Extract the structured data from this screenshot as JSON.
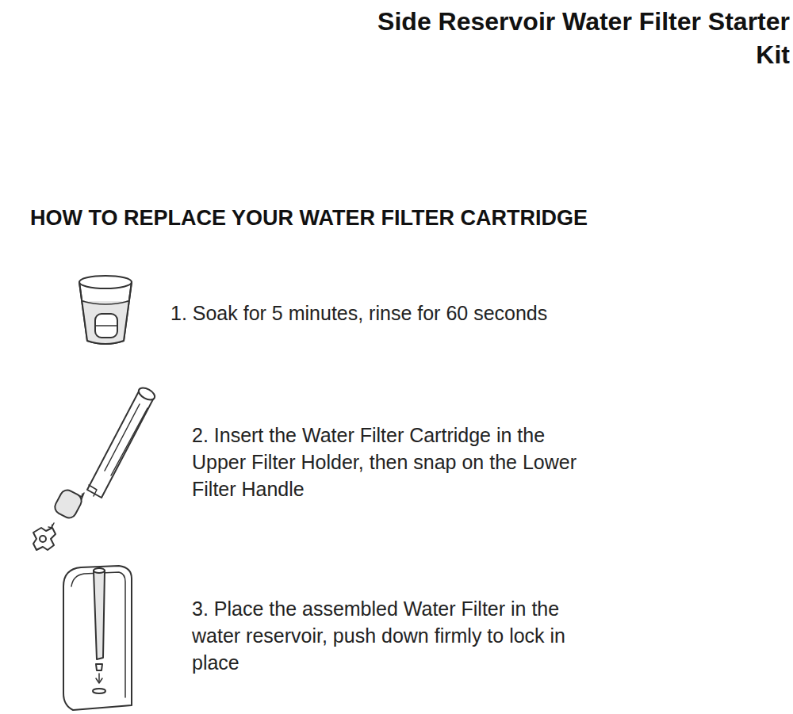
{
  "diagram": {
    "title": "Side Reservoir Water Filter Starter Kit",
    "labels": [
      "HOW TO REPLACE YOUR WATER FILTER CARTRIDGE",
      "1. Soak for 5 minutes, rinse for 60 seconds",
      "2. Insert the Water Filter Cartridge in the Upper Filter Holder, then snap on the Lower Filter Handle",
      "3. Place the assembled Water Filter in the water reservoir, push down firmly to lock in place"
    ]
  }
}
